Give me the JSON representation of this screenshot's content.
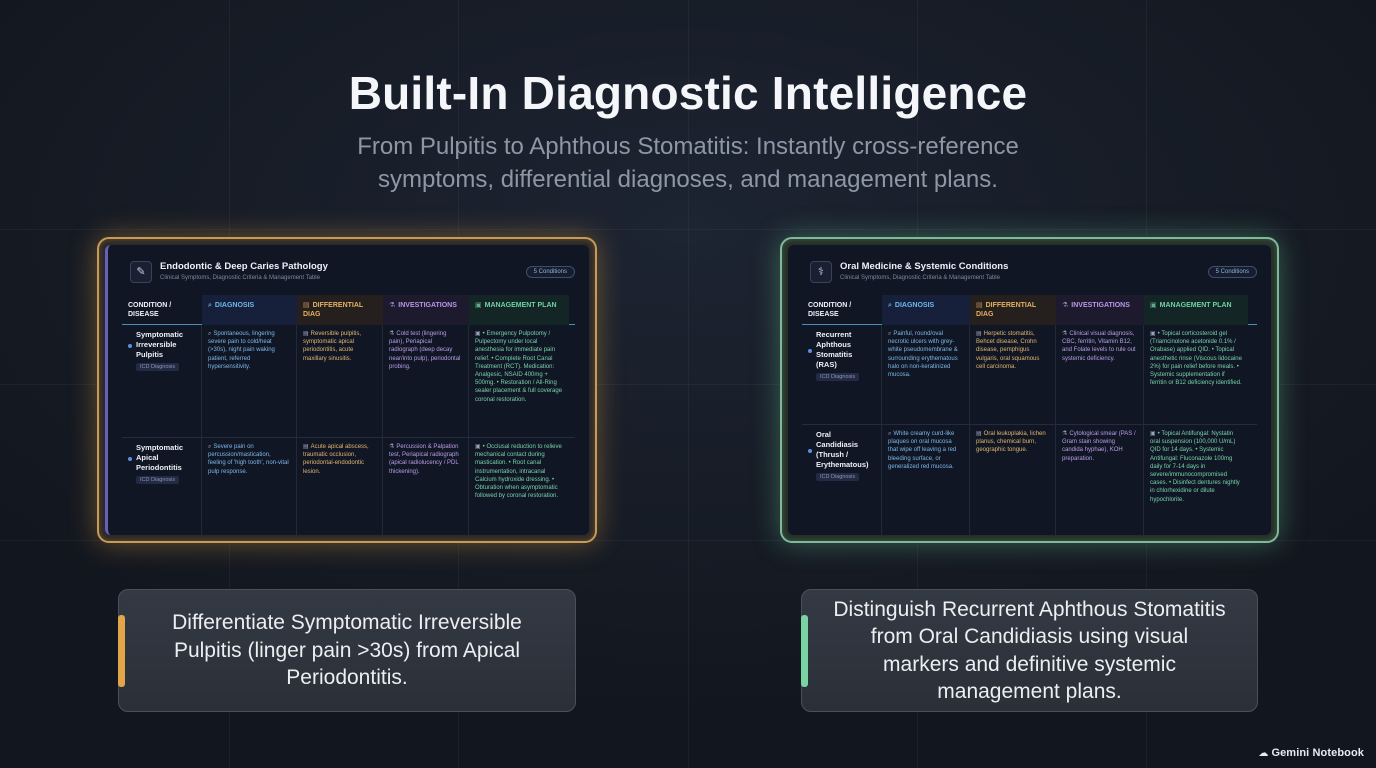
{
  "headline": "Built-In Diagnostic Intelligence",
  "subheadline": "From Pulpitis to Aphthous Stomatitis: Instantly cross-reference symptoms, differential diagnoses, and management plans.",
  "colors": {
    "amber_accent": "#e2a548",
    "green_accent": "#79d3a3",
    "background": "#161c26"
  },
  "panels": [
    {
      "icon": "pencil-icon",
      "icon_glyph": "✎",
      "title": "Endodontic & Deep Caries Pathology",
      "subtitle": "Clinical Symptoms, Diagnostic Criteria & Management Table",
      "badge": "5 Conditions",
      "headers": [
        "CONDITION / DISEASE",
        "DIAGNOSIS",
        "DIFFERENTIAL DIAG",
        "INVESTIGATIONS",
        "MANAGEMENT PLAN"
      ],
      "rows": [
        {
          "condition": "Symptomatic Irreversible Pulpitis",
          "tag": "ICD Diagnosis",
          "diagnosis": "Spontaneous, lingering severe pain to cold/heat (>30s), night pain waking patient, referred hypersensitivity.",
          "differential": "Reversible pulpitis, symptomatic apical periodontitis, acute maxillary sinusitis.",
          "investigations": "Cold test (lingering pain), Periapical radiograph (deep decay near/into pulp), periodontal probing.",
          "management": "• Emergency Pulpotomy / Pulpectomy under local anesthesia for immediate pain relief. • Complete Root Canal Treatment (RCT). Medication: Analgesic, NSAID 400mg + 500mg. • Restoration / All-Ring sealer placement & full coverage coronal restoration."
        },
        {
          "condition": "Symptomatic Apical Periodontitis",
          "tag": "ICD Diagnosis",
          "diagnosis": "Severe pain on percussion/mastication, feeling of 'high tooth', non-vital pulp response.",
          "differential": "Acute apical abscess, traumatic occlusion, periodontal-endodontic lesion.",
          "investigations": "Percussion & Palpation test, Periapical radiograph (apical radiolucency / PDL thickening).",
          "management": "• Occlusal reduction to relieve mechanical contact during mastication. • Root canal instrumentation, intracanal Calcium hydroxide dressing. • Obturation when asymptomatic followed by coronal restoration."
        }
      ]
    },
    {
      "icon": "stethoscope-icon",
      "icon_glyph": "⚕",
      "title": "Oral Medicine & Systemic Conditions",
      "subtitle": "Clinical Symptoms, Diagnostic Criteria & Management Table",
      "badge": "5 Conditions",
      "headers": [
        "CONDITION / DISEASE",
        "DIAGNOSIS",
        "DIFFERENTIAL DIAG",
        "INVESTIGATIONS",
        "MANAGEMENT PLAN"
      ],
      "rows": [
        {
          "condition": "Recurrent Aphthous Stomatitis (RAS)",
          "tag": "ICD Diagnosis",
          "diagnosis": "Painful, round/oval necrotic ulcers with grey-white pseudomembrane & surrounding erythematous halo on non-keratinized mucosa.",
          "differential": "Herpetic stomatitis, Behcet disease, Crohn disease, pemphigus vulgaris, oral squamous cell carcinoma.",
          "investigations": "Clinical visual diagnosis, CBC, ferritin, Vitamin B12, and Folate levels to rule out systemic deficiency.",
          "management": "• Topical corticosteroid gel (Triamcinolone acetonide 0.1% / Orabase) applied QID. • Topical anesthetic rinse (Viscous lidocaine 2%) for pain relief before meals. • Systemic supplementation if ferritin or B12 deficiency identified."
        },
        {
          "condition": "Oral Candidiasis (Thrush / Erythematous)",
          "tag": "ICD Diagnosis",
          "diagnosis": "White creamy curd-like plaques on oral mucosa that wipe off leaving a red bleeding surface, or generalized red mucosa.",
          "differential": "Oral leukoplakia, lichen planus, chemical burn, geographic tongue.",
          "investigations": "Cytological smear (PAS / Gram stain showing candida hyphae), KOH preparation.",
          "management": "• Topical Antifungal: Nystatin oral suspension (100,000 U/mL) QID for 14 days. • Systemic Antifungal: Fluconazole 100mg daily for 7-14 days in severe/immunocompromised cases. • Disinfect dentures nightly in chlorhexidine or dilute hypochlorite."
        }
      ]
    }
  ],
  "captions": [
    "Differentiate Symptomatic Irreversible Pulpitis (linger pain >30s) from Apical Periodontitis.",
    "Distinguish Recurrent Aphthous Stomatitis from Oral Candidiasis using visual markers and definitive systemic management plans."
  ],
  "brand": {
    "icon": "notebook-logo-icon",
    "label": "Gemini Notebook"
  }
}
